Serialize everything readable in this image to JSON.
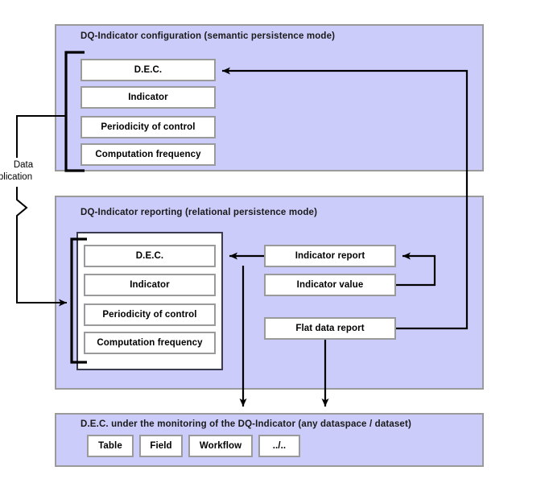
{
  "figure": {
    "title": "DQ-Indicator persistence architecture diagram",
    "background_color": "#ffffff",
    "panel_fill": "#ccccfa",
    "panel_border": "#9a9a9a",
    "node_fill": "#ffffff",
    "connector_color": "#000000"
  },
  "panels": {
    "configuration": {
      "title": "DQ-Indicator configuration (semantic persistence mode)",
      "nodes": [
        {
          "label": "D.E.C."
        },
        {
          "label": "Indicator"
        },
        {
          "label": "Periodicity of control"
        },
        {
          "label": "Computation frequency"
        }
      ]
    },
    "reporting": {
      "title": "DQ-Indicator reporting (relational persistence mode)",
      "nodes": [
        {
          "label": "D.E.C."
        },
        {
          "label": "Indicator"
        },
        {
          "label": "Periodicity of control"
        },
        {
          "label": "Computation frequency"
        }
      ],
      "report_nodes": [
        {
          "label": "Indicator report"
        },
        {
          "label": "Indicator value"
        },
        {
          "label": "Flat data report"
        }
      ]
    },
    "monitoring": {
      "title": "D.E.C. under the monitoring of the DQ-Indicator (any dataspace / dataset)",
      "nodes": [
        {
          "label": "Table"
        },
        {
          "label": "Field"
        },
        {
          "label": "Workflow"
        },
        {
          "label": "../.."
        }
      ]
    }
  },
  "annotations": {
    "data_duplication": {
      "line1": "Data",
      "line2": "plication"
    }
  }
}
